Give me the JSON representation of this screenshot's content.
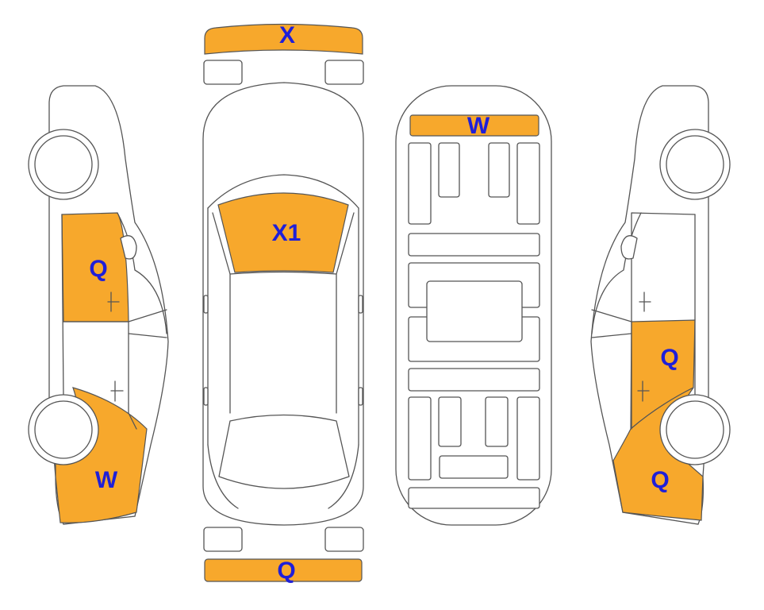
{
  "colors": {
    "damage_fill": "#f7a82c",
    "label": "#1f1fd8",
    "outline": "#555555"
  },
  "panels": {
    "front_bumper": "X",
    "windshield": "X1",
    "roof_front": "W",
    "rear_bumper": "Q",
    "left_front_door": "Q",
    "left_front_fender": "W",
    "right_front_door": "Q",
    "right_front_fender": "Q"
  }
}
